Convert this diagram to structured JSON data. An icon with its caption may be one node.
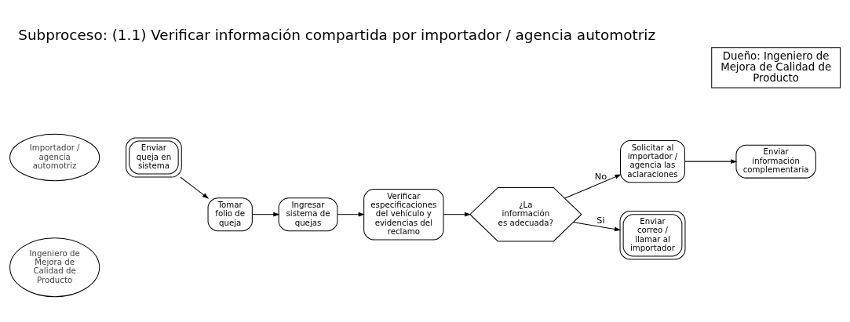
{
  "diagram": {
    "title": "Subproceso: (1.1) Verificar información compartida por importador / agencia automotriz",
    "nodes": [
      {
        "text": [
          "Dueño: Ingeniero de Mejora de Calidad de Producto"
        ]
      },
      {
        "text": [
          "Importador / agencia automotriz"
        ]
      },
      {
        "text": [
          "Enviar queja en sistema"
        ]
      },
      {
        "text": [
          "Ingeniero de Mejora de Calidad de Producto"
        ]
      },
      {
        "text": [
          "Tomar folio de queja"
        ]
      },
      {
        "text": [
          "Ingresar sistema de quejas"
        ]
      },
      {
        "text": [
          "Verificar especificaciones del vehículo y evidencias del reclamo"
        ]
      },
      {
        "text": [
          "¿La información es adecuada?"
        ]
      },
      {
        "text": [
          "Solicitar al importador / agencia las aclaraciones"
        ]
      },
      {
        "text": [
          "Enviar información complementaria"
        ]
      },
      {
        "text": [
          "Enviar correo / llamar al importador"
        ]
      }
    ],
    "edges": [
      {
        "from": 2,
        "to": 4,
        "arrow": "to"
      },
      {
        "from": 4,
        "to": 5,
        "arrow": "to"
      },
      {
        "from": 5,
        "to": 6,
        "arrow": "to"
      },
      {
        "from": 6,
        "to": 7,
        "arrow": "to"
      },
      {
        "from": 7,
        "to": 8,
        "arrow": "to",
        "label": "No"
      },
      {
        "from": 7,
        "to": 10,
        "arrow": "to",
        "label": "Si"
      },
      {
        "from": 8,
        "to": 9,
        "arrow": "to"
      }
    ]
  }
}
